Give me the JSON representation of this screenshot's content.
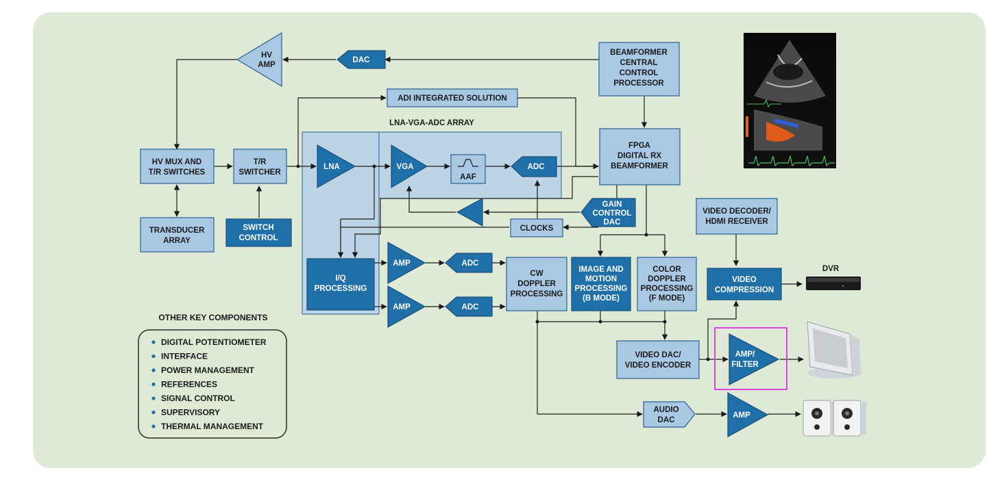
{
  "blocks": {
    "hv_amp": [
      "HV",
      "AMP"
    ],
    "dac_top": "DAC",
    "beamformer_cpu": [
      "BEAMFORMER",
      "CENTRAL",
      "CONTROL",
      "PROCESSOR"
    ],
    "adi_solution": "ADI INTEGRATED SOLUTION",
    "lna_vga_adc_array": "LNA-VGA-ADC ARRAY",
    "hv_mux": [
      "HV MUX AND",
      "T/R SWITCHES"
    ],
    "tr_switcher": [
      "T/R",
      "SWITCHER"
    ],
    "lna": "LNA",
    "vga": "VGA",
    "aaf": "AAF",
    "adc_main": "ADC",
    "fpga": [
      "FPGA",
      "DIGITAL RX",
      "BEAMFORMER"
    ],
    "transducer": [
      "TRANSDUCER",
      "ARRAY"
    ],
    "switch_control": [
      "SWITCH",
      "CONTROL"
    ],
    "gain_control_dac": [
      "GAIN",
      "CONTROL",
      "DAC"
    ],
    "clocks": "CLOCKS",
    "video_decoder": [
      "VIDEO DECODER/",
      "HDMI RECEIVER"
    ],
    "iq_processing": [
      "I/Q",
      "PROCESSING"
    ],
    "amp_1": "AMP",
    "amp_2": "AMP",
    "adc_1": "ADC",
    "adc_2": "ADC",
    "cw_doppler": [
      "CW",
      "DOPPLER",
      "PROCESSING"
    ],
    "image_motion": [
      "IMAGE AND",
      "MOTION",
      "PROCESSING",
      "(B MODE)"
    ],
    "color_doppler": [
      "COLOR",
      "DOPPLER",
      "PROCESSING",
      "(F MODE)"
    ],
    "video_compression": [
      "VIDEO",
      "COMPRESSION"
    ],
    "dvr": "DVR",
    "video_dac": [
      "VIDEO DAC/",
      "VIDEO ENCODER"
    ],
    "amp_filter": [
      "AMP/",
      "FILTER"
    ],
    "audio_dac": [
      "AUDIO",
      "DAC"
    ],
    "amp_audio": "AMP"
  },
  "legend": {
    "title": "OTHER KEY COMPONENTS",
    "items": [
      "DIGITAL POTENTIOMETER",
      "INTERFACE",
      "POWER MANAGEMENT",
      "REFERENCES",
      "SIGNAL CONTROL",
      "SUPERVISORY",
      "THERMAL MANAGEMENT"
    ]
  },
  "colors": {
    "background_panel": "#dfead6",
    "array_panel": "#bcd4e6",
    "block_light": "#a9c8e4",
    "block_dark": "#1f6fa8",
    "highlight": "#e040e0"
  }
}
